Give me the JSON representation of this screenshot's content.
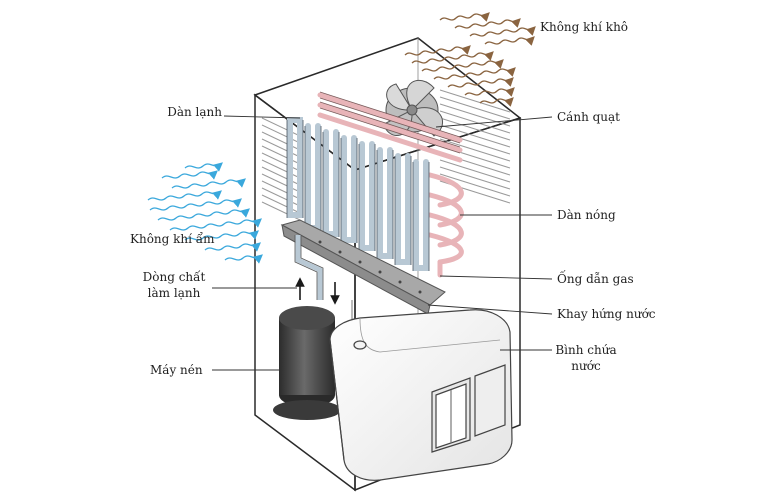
{
  "labels": {
    "dry_air": "Không khí khô",
    "fan": "Cánh quạt",
    "cold_coil": "Dàn lạnh",
    "hot_coil": "Dàn nóng",
    "humid_air": "Không khí ẩm",
    "gas_pipe": "Ống dẫn gas",
    "refrigerant_line1": "Dòng chất",
    "refrigerant_line2": "làm lạnh",
    "drip_tray": "Khay hứng nước",
    "compressor": "Máy nén",
    "tank_line1": "Bình chứa",
    "tank_line2": "nước"
  },
  "colors": {
    "dry_air_arrows": "#8a6440",
    "humid_air_arrows": "#3aa8dc",
    "cold_coil_pipe": "#b8c8d4",
    "hot_coil_pipe": "#e8b4b8",
    "outline": "#2a2a2a",
    "tray": "#a8a8a8",
    "compressor": "#3e3e3e"
  }
}
